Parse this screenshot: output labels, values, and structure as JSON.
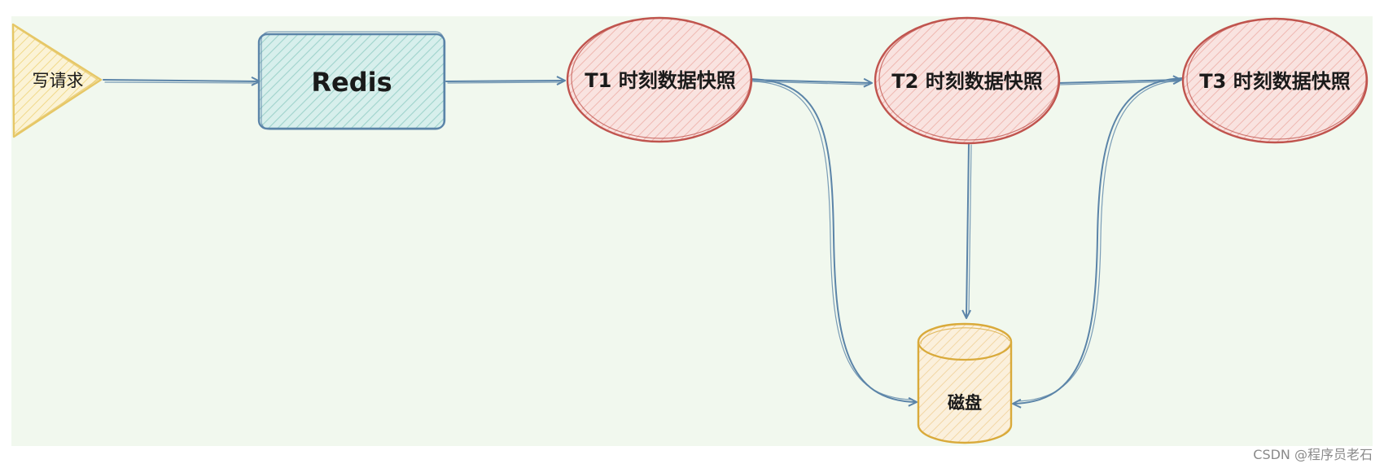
{
  "diagram": {
    "nodes": {
      "write_request": "写请求",
      "redis": "Redis",
      "t1": "T1 时刻数据快照",
      "t2": "T2 时刻数据快照",
      "t3": "T3 时刻数据快照",
      "disk": "磁盘"
    },
    "colors": {
      "background": "#f1f8ee",
      "edge": "#5b84a8",
      "triangle_stroke": "#e6c766",
      "triangle_fill": "#fbf1c8",
      "redis_stroke": "#5b84a8",
      "redis_fill": "#bfe3df",
      "snapshot_stroke": "#c0544e",
      "snapshot_fill": "#f6d6d2",
      "disk_stroke": "#d9aa3a",
      "disk_fill": "#f8e6c4"
    }
  },
  "watermark": "CSDN @程序员老石"
}
